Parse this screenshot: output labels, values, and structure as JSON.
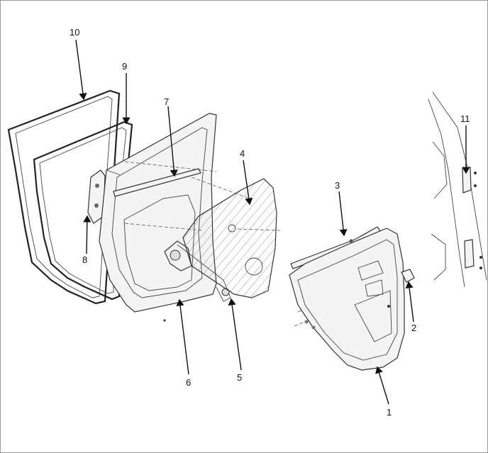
{
  "diagram": {
    "callouts": [
      {
        "id": "callout-1",
        "text": "1"
      },
      {
        "id": "callout-2",
        "text": "2"
      },
      {
        "id": "callout-3",
        "text": "3"
      },
      {
        "id": "callout-4",
        "text": "4"
      },
      {
        "id": "callout-5",
        "text": "5"
      },
      {
        "id": "callout-6",
        "text": "6"
      },
      {
        "id": "callout-7",
        "text": "7"
      },
      {
        "id": "callout-8",
        "text": "8"
      },
      {
        "id": "callout-9",
        "text": "9"
      },
      {
        "id": "callout-10",
        "text": "10"
      },
      {
        "id": "callout-11",
        "text": "11"
      }
    ]
  }
}
